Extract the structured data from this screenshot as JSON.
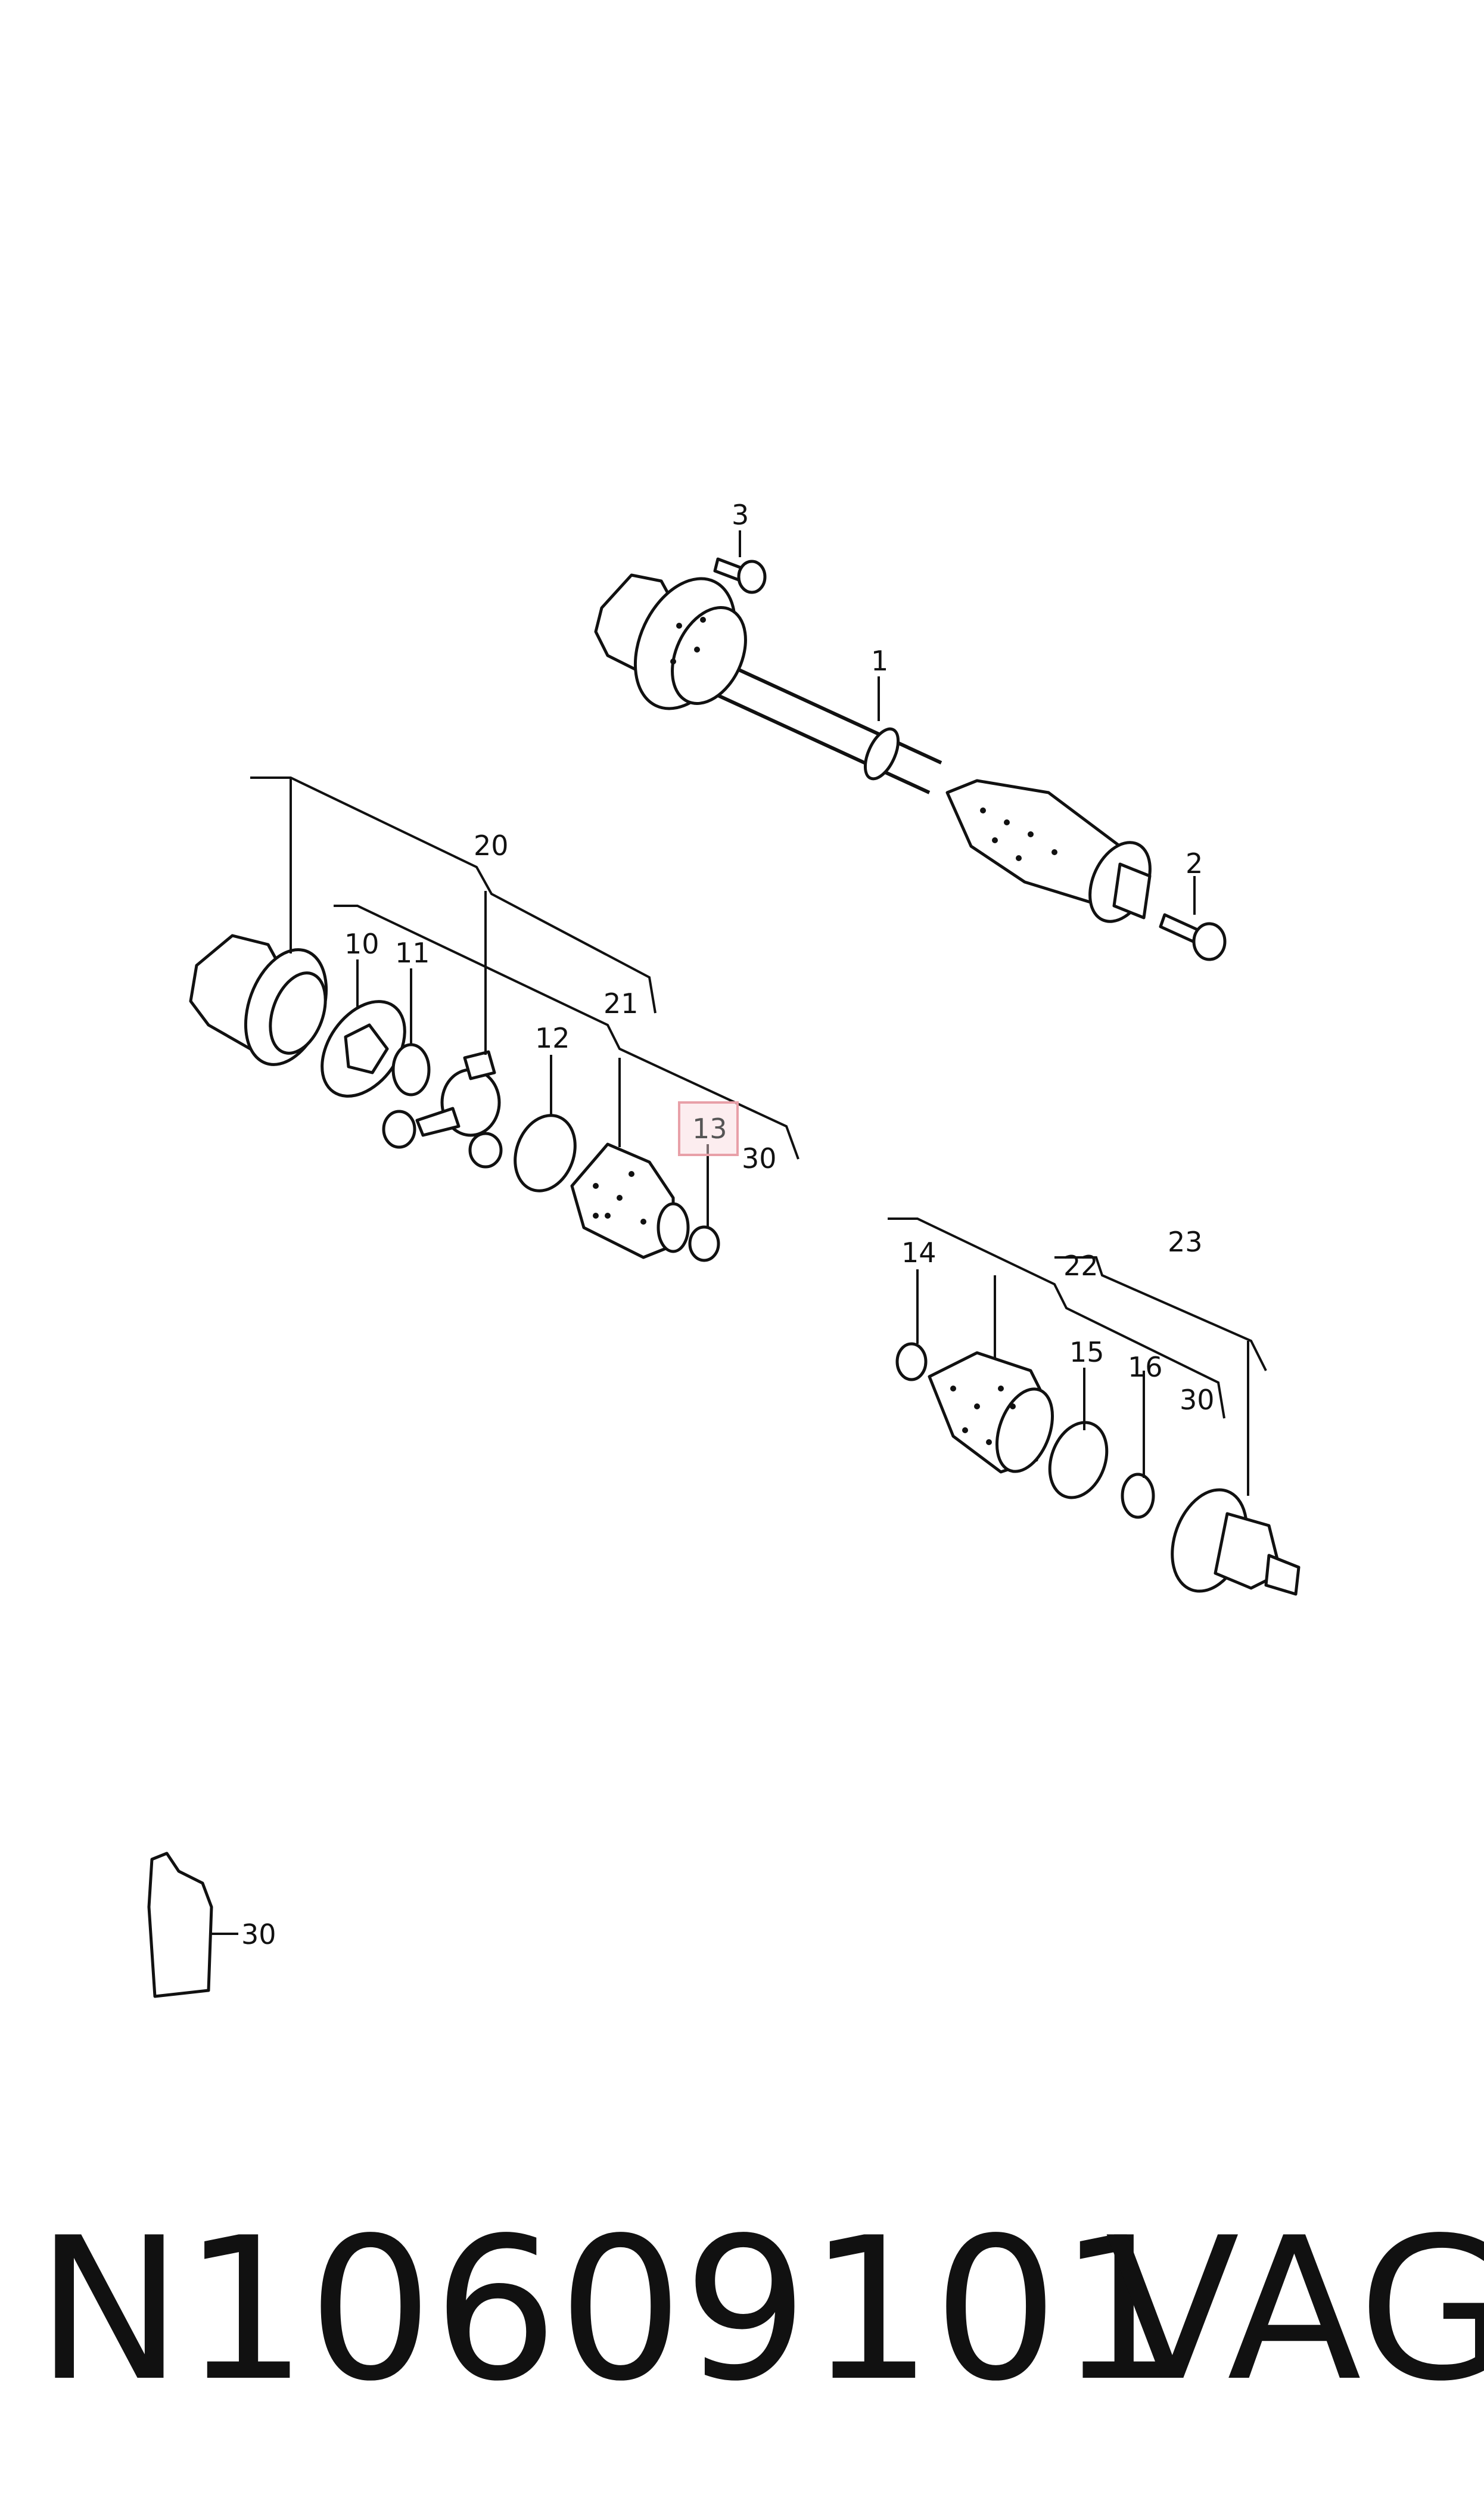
{
  "callouts": {
    "c1": "1",
    "c2": "2",
    "c3": "3",
    "c10": "10",
    "c11": "11",
    "c12": "12",
    "c13": "13",
    "c14": "14",
    "c15": "15",
    "c16": "16",
    "c20": "20",
    "c21": "21",
    "c22": "22",
    "c23": "23",
    "c30a": "30",
    "c30b": "30",
    "c30c": "30"
  },
  "highlight_color": "#e8a0a8",
  "footer": {
    "part_number": "N10609101",
    "brand": "VAG"
  }
}
